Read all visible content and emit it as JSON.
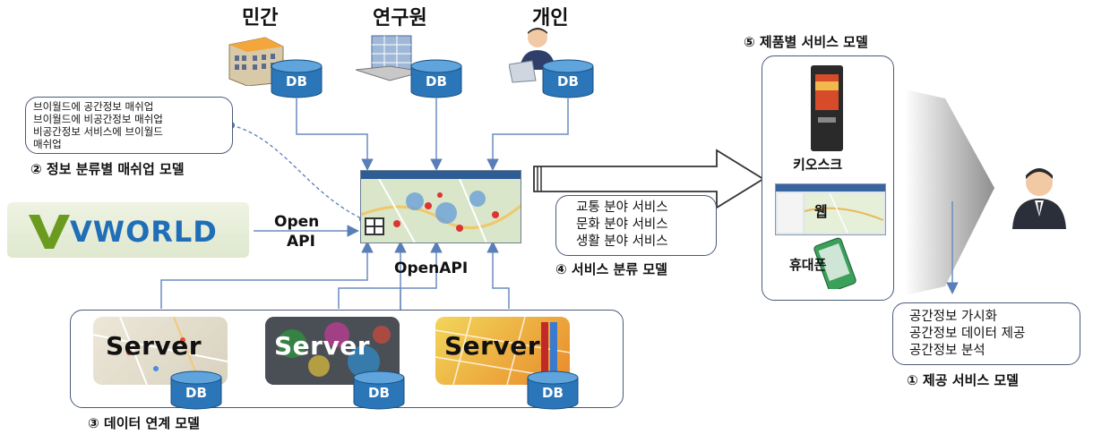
{
  "sources": {
    "private_label": "민간",
    "research_label": "연구원",
    "personal_label": "개인",
    "db_label": "DB"
  },
  "mashup_box": {
    "line1": "브이월드에  공간정보  매쉬업",
    "line2": "브이월드에  비공간정보  매쉬업",
    "line3": "비공간정보  서비스에  브이월드",
    "line4": "매쉬업"
  },
  "captions": {
    "c2": "② 정보 분류별 매쉬업 모델",
    "c3": "③ 데이터 연계 모델",
    "c4": "④ 서비스 분류 모델",
    "c5": "⑤ 제품별 서비스 모델",
    "c1": "① 제공 서비스 모델"
  },
  "vworld": {
    "logo_text": "VWORLD"
  },
  "api": {
    "open_api_top": "Open",
    "open_api_bottom": "API",
    "openapi_label": "OpenAPI"
  },
  "service_box": {
    "line1": "교통 분야 서비스",
    "line2": "문화 분야 서비스",
    "line3": "생활 분야 서비스"
  },
  "products": {
    "kiosk": "키오스크",
    "web": "웹",
    "phone": "휴대폰"
  },
  "provide_box": {
    "line1": "공간정보 가시화",
    "line2": "공간정보 데이터 제공",
    "line3": "공간정보 분석"
  },
  "servers": {
    "label": "Server"
  }
}
